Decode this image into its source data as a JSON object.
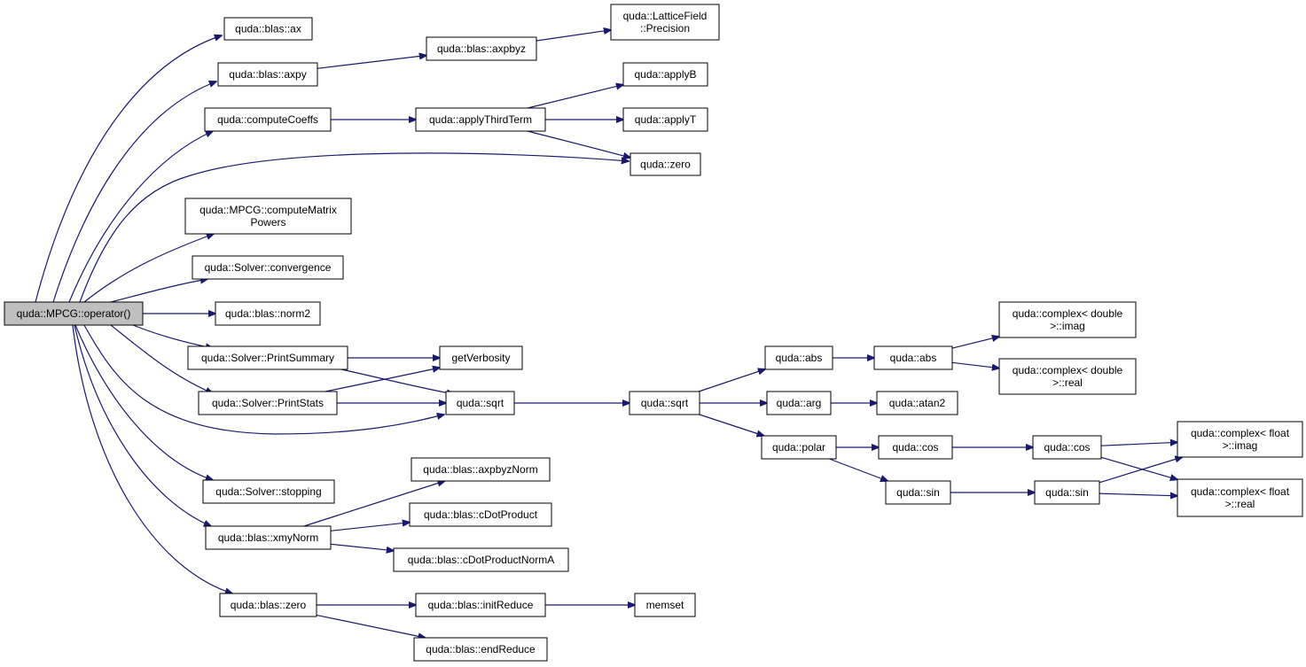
{
  "graph": {
    "type": "call-graph",
    "colors": {
      "edge": "#191970",
      "node_border": "#000000",
      "node_fill": "#ffffff",
      "root_fill": "#bfbfbf"
    },
    "nodes": [
      {
        "id": "root",
        "lines": [
          "quda::MPCG::operator()"
        ],
        "root": true
      },
      {
        "id": "blas_ax",
        "lines": [
          "quda::blas::ax"
        ]
      },
      {
        "id": "blas_axpy",
        "lines": [
          "quda::blas::axpy"
        ]
      },
      {
        "id": "blas_axpbyz",
        "lines": [
          "quda::blas::axpbyz"
        ]
      },
      {
        "id": "lattice_precision",
        "lines": [
          "quda::LatticeField",
          "::Precision"
        ]
      },
      {
        "id": "computeCoeffs",
        "lines": [
          "quda::computeCoeffs"
        ]
      },
      {
        "id": "applyThirdTerm",
        "lines": [
          "quda::applyThirdTerm"
        ]
      },
      {
        "id": "applyB",
        "lines": [
          "quda::applyB"
        ]
      },
      {
        "id": "applyT",
        "lines": [
          "quda::applyT"
        ]
      },
      {
        "id": "zero",
        "lines": [
          "quda::zero"
        ]
      },
      {
        "id": "computeMatrixPowers",
        "lines": [
          "quda::MPCG::computeMatrix",
          "Powers"
        ]
      },
      {
        "id": "convergence",
        "lines": [
          "quda::Solver::convergence"
        ]
      },
      {
        "id": "norm2",
        "lines": [
          "quda::blas::norm2"
        ]
      },
      {
        "id": "printSummary",
        "lines": [
          "quda::Solver::PrintSummary"
        ]
      },
      {
        "id": "getVerbosity",
        "lines": [
          "getVerbosity"
        ]
      },
      {
        "id": "printStats",
        "lines": [
          "quda::Solver::PrintStats"
        ]
      },
      {
        "id": "sqrt1",
        "lines": [
          "quda::sqrt"
        ]
      },
      {
        "id": "sqrt2",
        "lines": [
          "quda::sqrt"
        ]
      },
      {
        "id": "abs1",
        "lines": [
          "quda::abs"
        ]
      },
      {
        "id": "abs2",
        "lines": [
          "quda::abs"
        ]
      },
      {
        "id": "cdouble_imag",
        "lines": [
          "quda::complex< double",
          ">::imag"
        ]
      },
      {
        "id": "cdouble_real",
        "lines": [
          "quda::complex< double",
          ">::real"
        ]
      },
      {
        "id": "arg",
        "lines": [
          "quda::arg"
        ]
      },
      {
        "id": "atan2",
        "lines": [
          "quda::atan2"
        ]
      },
      {
        "id": "polar",
        "lines": [
          "quda::polar"
        ]
      },
      {
        "id": "cos1",
        "lines": [
          "quda::cos"
        ]
      },
      {
        "id": "cos2",
        "lines": [
          "quda::cos"
        ]
      },
      {
        "id": "sin1",
        "lines": [
          "quda::sin"
        ]
      },
      {
        "id": "sin2",
        "lines": [
          "quda::sin"
        ]
      },
      {
        "id": "cfloat_imag",
        "lines": [
          "quda::complex< float",
          ">::imag"
        ]
      },
      {
        "id": "cfloat_real",
        "lines": [
          "quda::complex< float",
          ">::real"
        ]
      },
      {
        "id": "stopping",
        "lines": [
          "quda::Solver::stopping"
        ]
      },
      {
        "id": "axpbyzNorm",
        "lines": [
          "quda::blas::axpbyzNorm"
        ]
      },
      {
        "id": "xmyNorm",
        "lines": [
          "quda::blas::xmyNorm"
        ]
      },
      {
        "id": "cDotProduct",
        "lines": [
          "quda::blas::cDotProduct"
        ]
      },
      {
        "id": "cDotProductNormA",
        "lines": [
          "quda::blas::cDotProductNormA"
        ]
      },
      {
        "id": "blas_zero",
        "lines": [
          "quda::blas::zero"
        ]
      },
      {
        "id": "initReduce",
        "lines": [
          "quda::blas::initReduce"
        ]
      },
      {
        "id": "memset",
        "lines": [
          "memset"
        ]
      },
      {
        "id": "endReduce",
        "lines": [
          "quda::blas::endReduce"
        ]
      }
    ],
    "edges": [
      [
        "root",
        "blas_ax"
      ],
      [
        "root",
        "blas_axpy"
      ],
      [
        "root",
        "computeCoeffs"
      ],
      [
        "root",
        "zero"
      ],
      [
        "root",
        "computeMatrixPowers"
      ],
      [
        "root",
        "convergence"
      ],
      [
        "root",
        "norm2"
      ],
      [
        "root",
        "printSummary"
      ],
      [
        "root",
        "printStats"
      ],
      [
        "root",
        "sqrt1"
      ],
      [
        "root",
        "stopping"
      ],
      [
        "root",
        "xmyNorm"
      ],
      [
        "root",
        "blas_zero"
      ],
      [
        "blas_axpy",
        "blas_axpbyz"
      ],
      [
        "blas_axpbyz",
        "lattice_precision"
      ],
      [
        "computeCoeffs",
        "applyThirdTerm"
      ],
      [
        "applyThirdTerm",
        "applyB"
      ],
      [
        "applyThirdTerm",
        "applyT"
      ],
      [
        "applyThirdTerm",
        "zero"
      ],
      [
        "printSummary",
        "getVerbosity"
      ],
      [
        "printSummary",
        "sqrt1"
      ],
      [
        "printStats",
        "getVerbosity"
      ],
      [
        "printStats",
        "sqrt1"
      ],
      [
        "sqrt1",
        "sqrt2"
      ],
      [
        "sqrt2",
        "abs1"
      ],
      [
        "sqrt2",
        "arg"
      ],
      [
        "sqrt2",
        "polar"
      ],
      [
        "abs1",
        "abs2"
      ],
      [
        "abs2",
        "cdouble_imag"
      ],
      [
        "abs2",
        "cdouble_real"
      ],
      [
        "arg",
        "atan2"
      ],
      [
        "polar",
        "cos1"
      ],
      [
        "polar",
        "sin1"
      ],
      [
        "cos1",
        "cos2"
      ],
      [
        "sin1",
        "sin2"
      ],
      [
        "cos2",
        "cfloat_imag"
      ],
      [
        "cos2",
        "cfloat_real"
      ],
      [
        "sin2",
        "cfloat_imag"
      ],
      [
        "sin2",
        "cfloat_real"
      ],
      [
        "xmyNorm",
        "axpbyzNorm"
      ],
      [
        "xmyNorm",
        "cDotProduct"
      ],
      [
        "xmyNorm",
        "cDotProductNormA"
      ],
      [
        "blas_zero",
        "initReduce"
      ],
      [
        "blas_zero",
        "endReduce"
      ],
      [
        "initReduce",
        "memset"
      ]
    ]
  }
}
